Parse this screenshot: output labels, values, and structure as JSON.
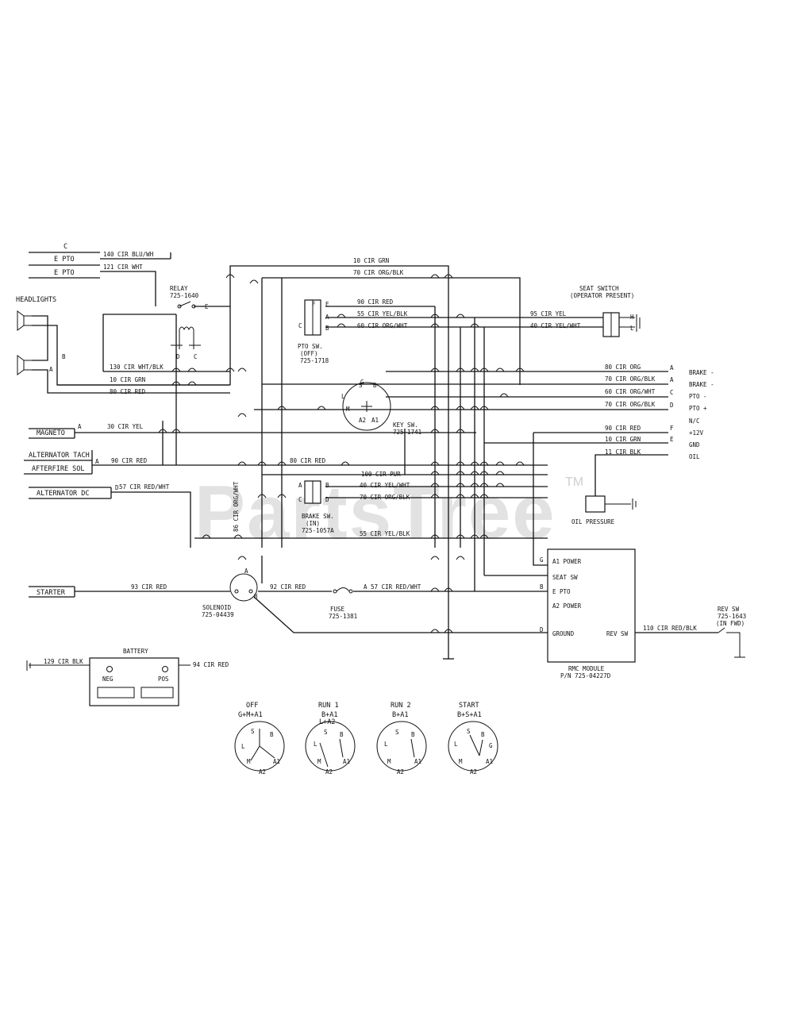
{
  "watermark": {
    "text": "PartsTree",
    "tm": "TM"
  },
  "left_terminals": {
    "c": "C",
    "e_pto_1": "E PTO",
    "e_pto_2": "E PTO",
    "headlights": "HEADLIGHTS",
    "magneto": "MAGNETO",
    "alternator_1": "ALTERNATOR TACH",
    "alternator_2": "AFTERFIRE SOL",
    "alternator_dc": "ALTERNATOR DC",
    "starter": "STARTER"
  },
  "wires": {
    "w140": "140 CIR BLU/WH",
    "w121": "121 CIR WHT",
    "w10_top": "10 CIR GRN",
    "w70_top": "70 CIR ORG/BLK",
    "w90_red": "90 CIR RED",
    "w55_yb": "55 CIR YEL/BLK",
    "w60_ow": "60 CIR ORG/WHT",
    "w95_yel": "95 CIR YEL",
    "w40_yw_r": "40 CIR YEL/WHT",
    "w130": "130 CIR WHT/BLK",
    "w10_grn": "10 CIR GRN",
    "w80_red": "80 CIR RED",
    "w80_org": "80 CIR ORG",
    "w70_ob_r": "70 CIR ORG/BLK",
    "w60_ow_r": "60 CIR ORG/WHT",
    "w70_ob_r2": "70 CIR ORG/BLK",
    "w30_yel": "30 CIR YEL",
    "w90_red_r": "90 CIR RED",
    "w10_grn_r": "10 CIR GRN",
    "w11_blk": "11 CIR BLK",
    "w90_alt": "90 CIR RED",
    "w80_red_mid": "80 CIR RED",
    "w100_pur": "100 CIR PUR",
    "w57": "57 CIR RED/WHT",
    "w40_yw_mid": "40 CIR YEL/WHT",
    "w70_ob_mid": "70 CIR ORG/BLK",
    "w86": "86 CIR ORG/WHT",
    "w55_yb_mid": "55 CIR YEL/BLK",
    "w93": "93 CIR RED",
    "w92": "92 CIR RED",
    "w57b": "A 57 CIR RED/WHT",
    "w110": "110 CIR RED/BLK",
    "w129": "129 CIR BLK",
    "w94": "94 CIR RED"
  },
  "components": {
    "relay": "RELAY",
    "relay_pn": "725-1640",
    "pto_sw_1": "PTO SW.",
    "pto_sw_2": "(OFF)",
    "pto_sw_3": "725-1718",
    "key_sw": "KEY SW.",
    "key_sw_pn": "725-1741",
    "brake_sw_1": "BRAKE SW.",
    "brake_sw_2": "(IN)",
    "brake_sw_3": "725-1057A",
    "seat_sw_1": "SEAT SWITCH",
    "seat_sw_2": "(OPERATOR PRESENT)",
    "oil_pressure": "OIL PRESSURE",
    "solenoid": "SOLENOID",
    "solenoid_pn": "725-04439",
    "fuse": "FUSE",
    "fuse_pn": "725-1381",
    "battery": "BATTERY",
    "battery_neg": "NEG",
    "battery_pos": "POS",
    "rev_sw_1": "REV SW",
    "rev_sw_2": "725-1643",
    "rev_sw_3": "(IN FWD)",
    "rmc_module_1": "RMC MODULE",
    "rmc_module_2": "P/N 725-04227D"
  },
  "right_pins": {
    "brake_1": "BRAKE -",
    "brake_2": "BRAKE -",
    "pto_neg": "PTO -",
    "pto_pos": "PTO +",
    "nc": "N/C",
    "v12": "+12V",
    "gnd": "GND",
    "oil": "OIL",
    "pa": "A",
    "pb": "A",
    "pc": "C",
    "pd": "D",
    "pf": "F",
    "pe": "E"
  },
  "rmc_pins": {
    "a1_power": "A1 POWER",
    "seat_sw": "SEAT SW",
    "e_pto": "E PTO",
    "a2_power": "A2 POWER",
    "ground": "GROUND",
    "rev_sw": "REV SW",
    "g": "G",
    "b": "B",
    "d": "D"
  },
  "key_terminals": {
    "g": "G",
    "s": "S",
    "b": "B",
    "l": "L",
    "m": "M",
    "a1": "A1",
    "a2": "A2"
  },
  "positions": [
    {
      "name": "OFF",
      "combo": "G+M+A1"
    },
    {
      "name": "RUN 1",
      "combo": "B+A1",
      "combo2": "L+A2"
    },
    {
      "name": "RUN 2",
      "combo": "B+A1"
    },
    {
      "name": "START",
      "combo": "B+S+A1"
    }
  ],
  "pos_terms": {
    "s": "S",
    "b": "B",
    "l": "L",
    "m": "M",
    "a1": "A1",
    "a2": "A2",
    "g": "G"
  },
  "pto_pins": {
    "a": "A",
    "b": "B",
    "c": "C",
    "e": "E",
    "f": "F"
  },
  "letters": {
    "a": "A",
    "b": "B",
    "c": "C",
    "d": "D",
    "e": "E",
    "f": "F",
    "g": "G",
    "h": "H",
    "l": "L",
    "m": "M"
  }
}
